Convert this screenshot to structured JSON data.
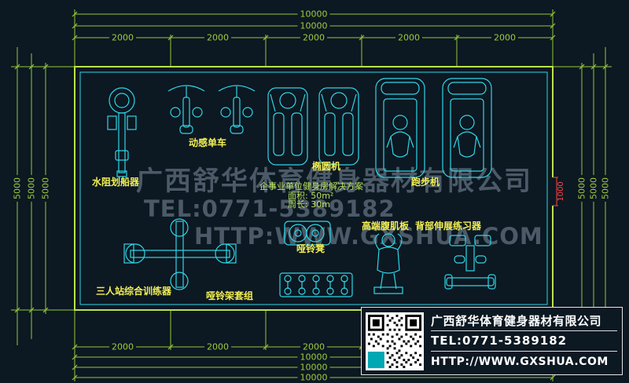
{
  "dims": {
    "top_totals": [
      "10000",
      "10000"
    ],
    "top_segments": [
      "2000",
      "2000",
      "2000",
      "2000",
      "2000"
    ],
    "bottom_segments": [
      "2000",
      "2000",
      "2000"
    ],
    "bottom_totals": [
      "10000",
      "10000",
      "10000"
    ],
    "left": [
      "5000",
      "5000",
      "5000"
    ],
    "right": [
      "5000",
      "5000",
      "5000"
    ],
    "door": "1000"
  },
  "equipment_labels": {
    "rowing_machine": "水阻划船器",
    "spin_bike": "动感单车",
    "elliptical": "椭圆机",
    "treadmill": "跑步机",
    "ab_board": "高端腹肌板",
    "back_extension": "背部伸展练习器",
    "dumbbell_bench": "哑铃凳",
    "multi_station": "三人站综合训练器",
    "dumbbell_rack": "哑铃架套组"
  },
  "plan_info": {
    "title": "企事业单位健身房解决方案",
    "area": "面积: 50m²",
    "perimeter": "周长: 30m"
  },
  "watermark": {
    "company": "广西舒华体育健身器材有限公司",
    "tel": "TEL:0771-5389182",
    "url": "HTTP:WWW.GXSHUA.COM"
  },
  "info_box": {
    "company": "广西舒华体育健身器材有限公司",
    "tel": "TEL:0771-5389182",
    "url": "HTTP://WWW.GXSHUA.COM"
  },
  "colors": {
    "background": "#0c1822",
    "equipment_line": "#2fd5e6",
    "dimension_green": "#94c836",
    "wall_green": "#b9e34a",
    "label_yellow": "#f2ef55",
    "plan_info_green": "#b9e35f",
    "watermark_gray": "#8292a2",
    "door_red": "#ff4545",
    "info_box_text": "#ffffff"
  }
}
